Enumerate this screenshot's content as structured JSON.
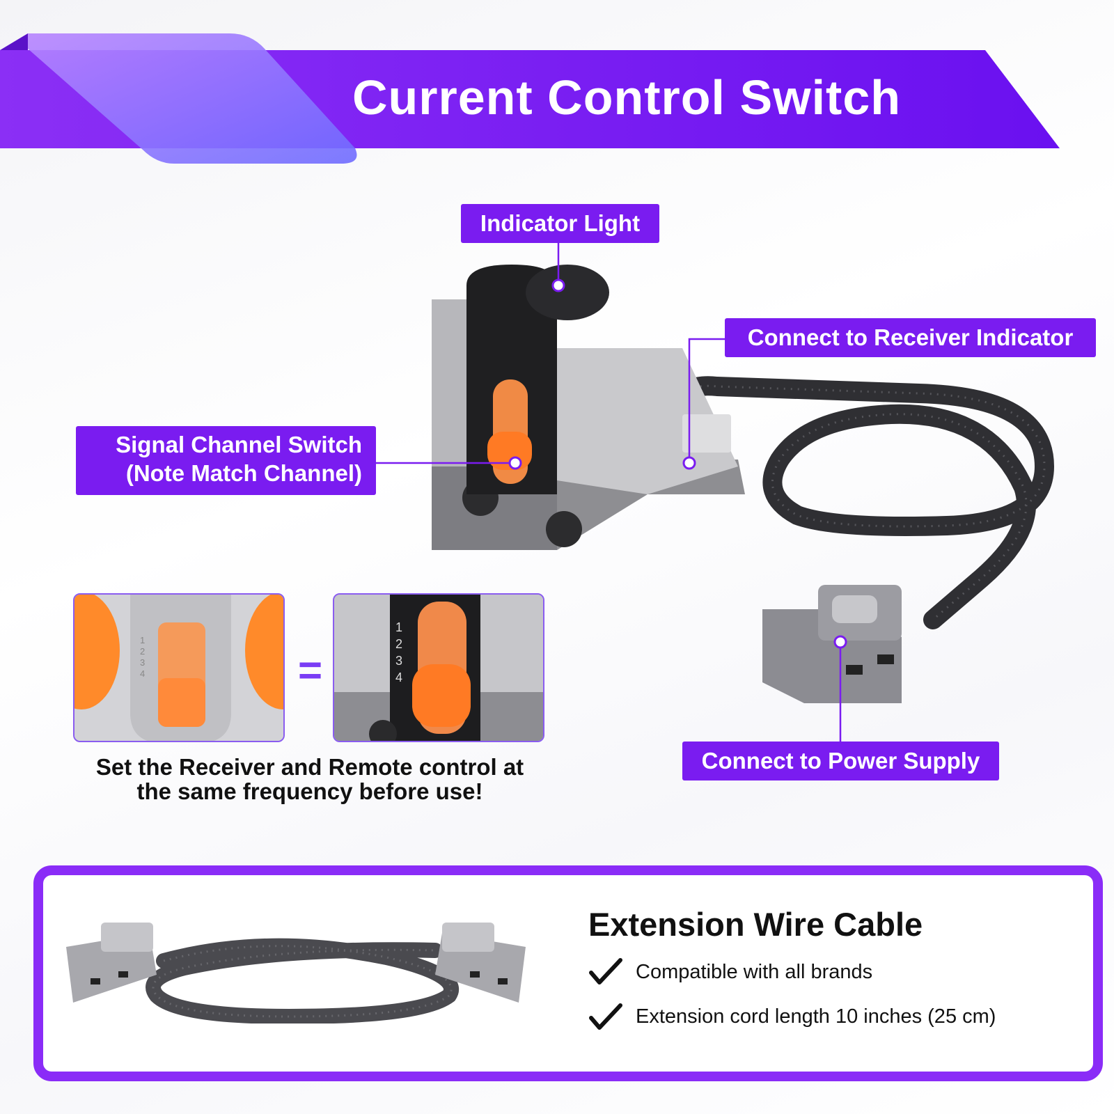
{
  "header": {
    "title": "Current Control Switch"
  },
  "labels": {
    "indicator_light": "Indicator Light",
    "receiver_indicator": "Connect to Receiver Indicator",
    "channel_switch_line1": "Signal Channel Switch",
    "channel_switch_line2": "(Note Match Channel)",
    "power_supply": "Connect to Power Supply"
  },
  "channel_numbers": [
    "1",
    "2",
    "3",
    "4"
  ],
  "equals_sign": "=",
  "caption": {
    "line1": "Set the Receiver and Remote control at",
    "line2": "the same frequency before use!"
  },
  "extension": {
    "title": "Extension Wire Cable",
    "features": [
      "Compatible with all brands",
      "Extension cord length 10 inches (25 cm)"
    ]
  },
  "colors": {
    "accent": "#7a1cf0",
    "orange": "#f07a2a",
    "gray": "#b9b9bd",
    "dark": "#1d1d1d"
  }
}
